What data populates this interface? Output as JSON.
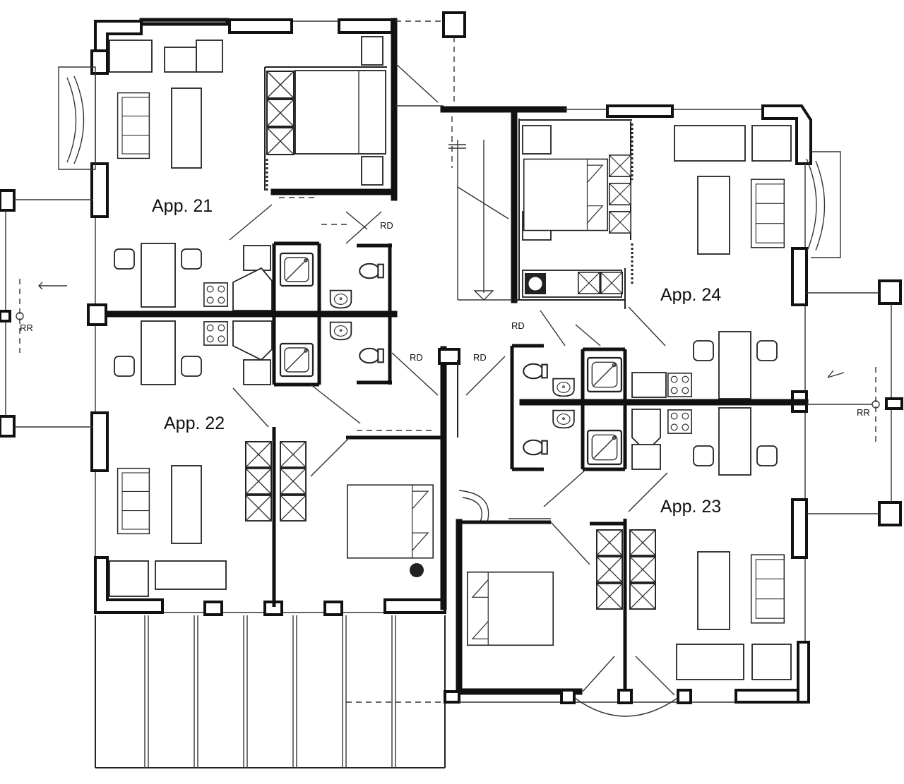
{
  "apartments": {
    "app21": "App. 21",
    "app22": "App. 22",
    "app23": "App. 23",
    "app24": "App. 24"
  },
  "markers": {
    "rd": "RD",
    "rr": "RR"
  }
}
